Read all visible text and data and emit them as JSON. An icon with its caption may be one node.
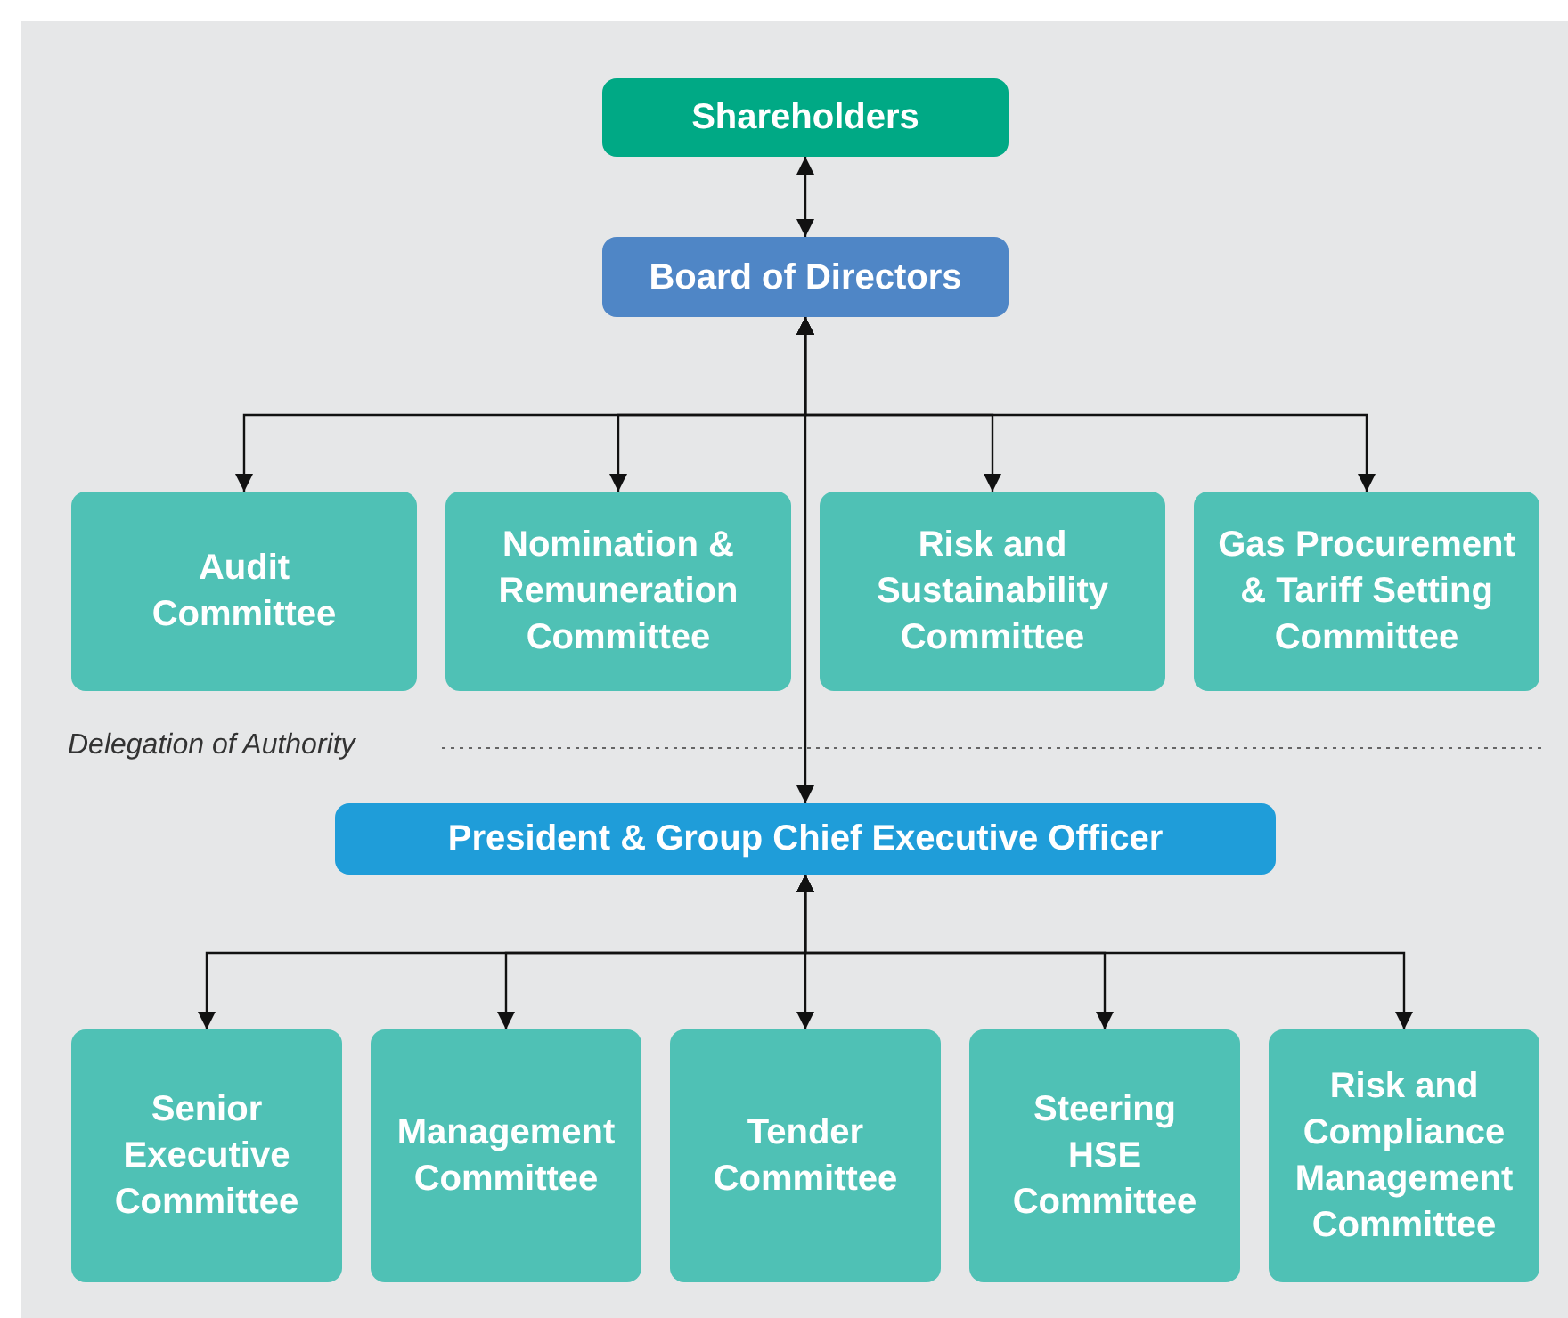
{
  "diagram": {
    "nodes": [
      {
        "text": [
          "Shareholders"
        ]
      },
      {
        "text": [
          "Board of Directors"
        ]
      },
      {
        "text": [
          "Audit Committee"
        ]
      },
      {
        "text": [
          "Nomination & Remuneration Committee"
        ]
      },
      {
        "text": [
          "Risk and Sustainability Committee"
        ]
      },
      {
        "text": [
          "Gas Procurement & Tariff Setting Committee"
        ]
      },
      {
        "text": [
          "President & Group Chief Executive Officer"
        ]
      },
      {
        "text": [
          "Senior Executive Committee"
        ]
      },
      {
        "text": [
          "Management Committee"
        ]
      },
      {
        "text": [
          "Tender Committee"
        ]
      },
      {
        "text": [
          "Steering HSE Committee"
        ]
      },
      {
        "text": [
          "Risk and Compliance Management Committee"
        ]
      }
    ],
    "edges": [
      {
        "from": 0,
        "to": 1,
        "arrow": "both"
      },
      {
        "from": 1,
        "to": 2,
        "arrow": "both"
      },
      {
        "from": 1,
        "to": 3,
        "arrow": "both"
      },
      {
        "from": 1,
        "to": 4,
        "arrow": "both"
      },
      {
        "from": 1,
        "to": 5,
        "arrow": "both"
      },
      {
        "from": 1,
        "to": 6,
        "arrow": "both"
      },
      {
        "from": 6,
        "to": 7,
        "arrow": "both"
      },
      {
        "from": 6,
        "to": 8,
        "arrow": "both"
      },
      {
        "from": 6,
        "to": 9,
        "arrow": "both"
      },
      {
        "from": 6,
        "to": 10,
        "arrow": "both"
      },
      {
        "from": 6,
        "to": 11,
        "arrow": "both"
      }
    ],
    "labels": [
      "Delegation of Authority"
    ]
  }
}
